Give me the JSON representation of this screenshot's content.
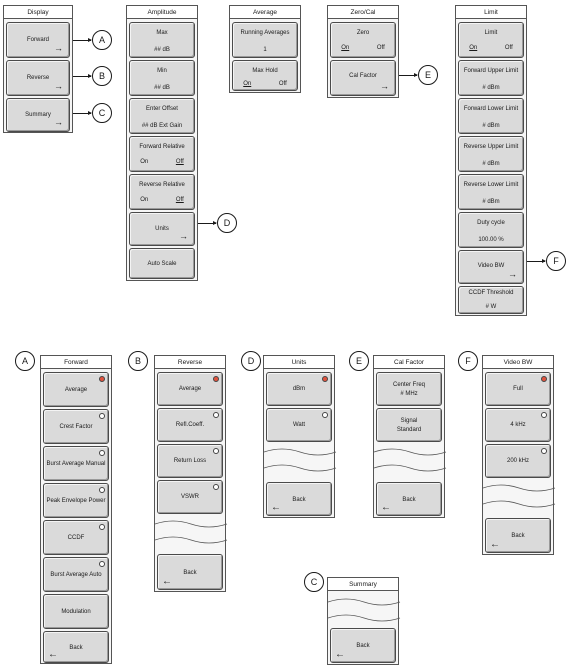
{
  "callout_letters": {
    "a": "A",
    "b": "B",
    "c": "C",
    "d": "D",
    "e": "E",
    "f": "F"
  },
  "display": {
    "title": "Display",
    "keys": [
      "Forward",
      "Reverse",
      "Summary"
    ]
  },
  "amplitude": {
    "title": "Amplitude",
    "max_label": "Max",
    "max_value": "## dB",
    "min_label": "Min",
    "min_value": "## dB",
    "offset_label": "Enter Offset",
    "offset_value": "## dB Ext Gain",
    "fwd_rel_label": "Forward Relative",
    "fwd_rel_on": "On",
    "fwd_rel_off": "Off",
    "rev_rel_label": "Reverse Relative",
    "rev_rel_on": "On",
    "rev_rel_off": "Off",
    "units_label": "Units",
    "auto_scale_label": "Auto Scale"
  },
  "average": {
    "title": "Average",
    "running_label": "Running Averages",
    "running_value": "1",
    "maxhold_label": "Max Hold",
    "maxhold_on": "On",
    "maxhold_off": "Off"
  },
  "zerocal": {
    "title": "Zero/Cal",
    "zero_label": "Zero",
    "zero_on": "On",
    "zero_off": "Off",
    "calfactor_label": "Cal Factor"
  },
  "limit": {
    "title": "Limit",
    "limit_label": "Limit",
    "limit_on": "On",
    "limit_off": "Off",
    "fwd_upper_label": "Forward Upper Limit",
    "fwd_upper_value": "# dBm",
    "fwd_lower_label": "Forward Lower Limit",
    "fwd_lower_value": "# dBm",
    "rev_upper_label": "Reverse Upper Limit",
    "rev_upper_value": "# dBm",
    "rev_lower_label": "Reverse Lower Limit",
    "rev_lower_value": "# dBm",
    "duty_label": "Duty cycle",
    "duty_value": "100.00 %",
    "videobw_label": "Video BW",
    "ccdf_label": "CCDF Threshold",
    "ccdf_value": "# W"
  },
  "forward_menu": {
    "title": "Forward",
    "items": [
      "Average",
      "Crest Factor",
      "Burst Average Manual",
      "Peak Envelope Power",
      "CCDF",
      "Burst Average Auto"
    ],
    "modulation_label": "Modulation",
    "back_label": "Back"
  },
  "reverse_menu": {
    "title": "Reverse",
    "items": [
      "Average",
      "Refl.Coeff.",
      "Return Loss",
      "VSWR"
    ],
    "back_label": "Back"
  },
  "units_menu": {
    "title": "Units",
    "items": [
      "dBm",
      "Watt"
    ],
    "back_label": "Back"
  },
  "calfactor_menu": {
    "title": "Cal Factor",
    "item1_line1": "Center Freq",
    "item1_line2": "# MHz",
    "item2_line1": "Signal",
    "item2_line2": "Standard",
    "back_label": "Back"
  },
  "videobw_menu": {
    "title": "Video BW",
    "items": [
      "Full",
      "4 kHz",
      "200 kHz"
    ],
    "back_label": "Back"
  },
  "summary_menu": {
    "title": "Summary",
    "back_label": "Back"
  },
  "icons": {
    "submenu_arrow": "→",
    "back_arrow": "←"
  }
}
